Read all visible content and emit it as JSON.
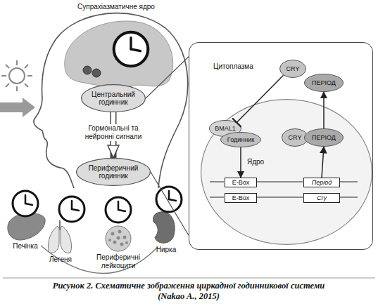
{
  "diagram": {
    "caption": "Рисунок 2. Схематичне зображення циркадної годинникової системи (Nakao A., 2015)",
    "nodes": [
      {
        "text": [
          "Центральний годинник"
        ]
      },
      {
        "text": [
          "Периферичний годинник"
        ]
      },
      {
        "text": [
          "Цитоплазма"
        ]
      },
      {
        "text": [
          "CRY"
        ],
        "in": 2
      },
      {
        "text": [
          "ПЕРІОД"
        ],
        "in": 2
      },
      {
        "text": [
          "Ядро"
        ],
        "in": 2
      },
      {
        "text": [
          "BMAL1"
        ],
        "in": 5
      },
      {
        "text": [
          "Годинник"
        ],
        "in": 5
      },
      {
        "text": [
          "CRY"
        ],
        "in": 5
      },
      {
        "text": [
          "ПЕРІОД"
        ],
        "in": 5
      },
      {
        "text": [
          "E-Box"
        ],
        "in": 5
      },
      {
        "text": [
          "Період"
        ],
        "in": 5
      },
      {
        "text": [
          "E-Box"
        ],
        "in": 5
      },
      {
        "text": [
          "Cry"
        ],
        "in": 5
      }
    ],
    "edges": [
      {
        "from": 0,
        "to": 1,
        "label": "Гормональні та нейронні сигнали",
        "arrow": "to"
      },
      {
        "from": 0,
        "to": 2,
        "arrow": "none"
      },
      {
        "from": 1,
        "to": 2,
        "arrow": "none"
      },
      {
        "from": 3,
        "to": 6,
        "arrow": "to"
      },
      {
        "from": 7,
        "to": 10,
        "arrow": "to"
      },
      {
        "from": 11,
        "to": 9,
        "arrow": "to"
      },
      {
        "from": 9,
        "to": 4,
        "arrow": "to"
      }
    ],
    "labels": [
      "Супрахіазматичне ядро",
      "Печінка",
      "Легеня",
      "Периферичні лейкоцити",
      "Нирка"
    ]
  }
}
